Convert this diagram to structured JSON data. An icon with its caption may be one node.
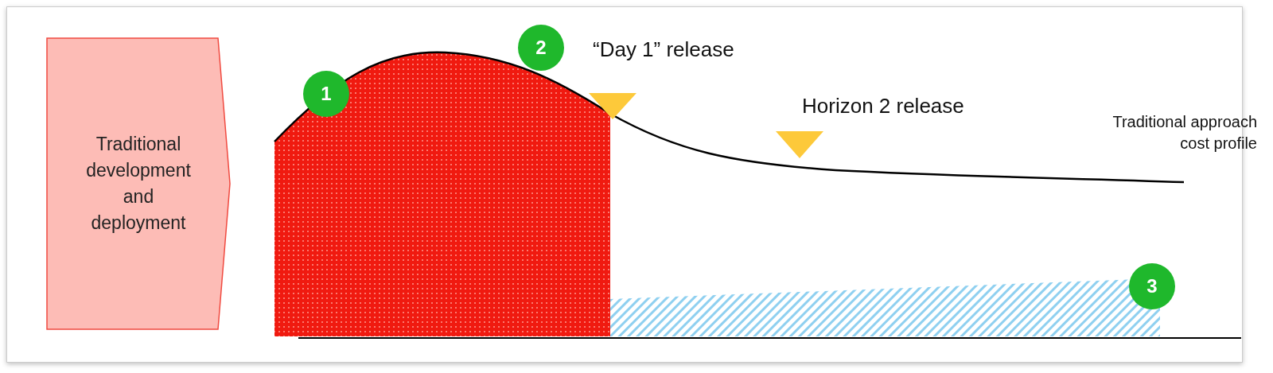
{
  "diagram": {
    "nodes": [
      {
        "text": [
          "Traditional development and deployment"
        ]
      },
      {
        "text": [
          "1"
        ]
      },
      {
        "text": [
          "2"
        ]
      },
      {
        "text": [
          "3"
        ]
      }
    ],
    "labels": [
      "“Day 1” release",
      "Horizon 2 release",
      "Traditional approach cost profile"
    ]
  }
}
